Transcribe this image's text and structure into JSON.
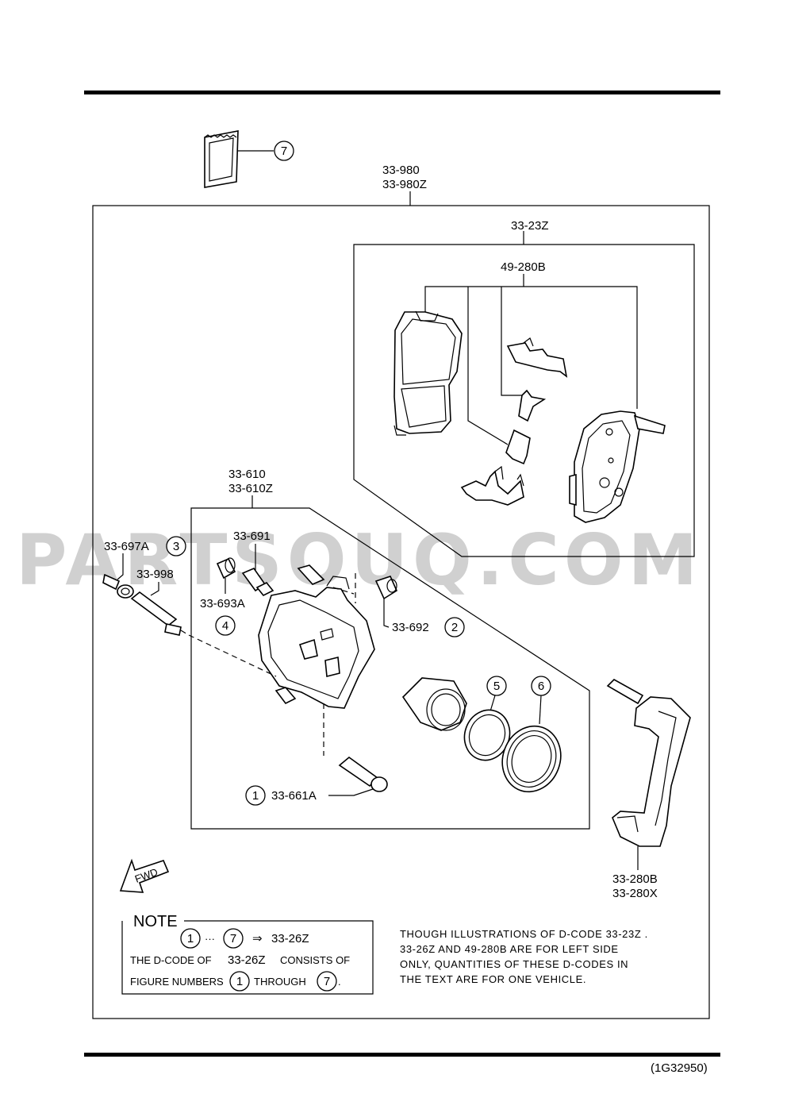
{
  "diagram_code": "(1G32950)",
  "watermark": "PARTSOUQ.COM",
  "labels": {
    "kit": [
      "33-980",
      "33-980Z"
    ],
    "pad_set": "33-23Z",
    "shim_kit": "49-280B",
    "caliper": [
      "33-610",
      "33-610Z"
    ],
    "boot_3": "33-697A",
    "bolt_998": "33-998",
    "bleeder": "33-691",
    "cap_4": "33-693A",
    "boot_2": "33-692",
    "guide_1": "33-661A",
    "bracket": [
      "33-280B",
      "33-280X"
    ]
  },
  "callouts": {
    "c1": "1",
    "c2": "2",
    "c3": "3",
    "c4": "4",
    "c5": "5",
    "c6": "6",
    "c7": "7"
  },
  "fwd": "FWD",
  "note": {
    "title": "NOTE",
    "line1_dots": "···",
    "line1_arrow": "⇒",
    "line1_code": "33-26Z",
    "line2_a": "THE D-CODE OF",
    "line2_code": "33-26Z",
    "line2_b": "CONSISTS OF",
    "line3_a": "FIGURE NUMBERS",
    "line3_b": "THROUGH",
    "line3_end": "."
  },
  "remark": [
    "THOUGH ILLUSTRATIONS OF D-CODE 33-23Z .",
    "33-26Z   AND  49-280B  ARE FOR LEFT SIDE",
    "ONLY, QUANTITIES OF THESE D-CODES IN",
    "THE TEXT ARE FOR ONE VEHICLE."
  ]
}
